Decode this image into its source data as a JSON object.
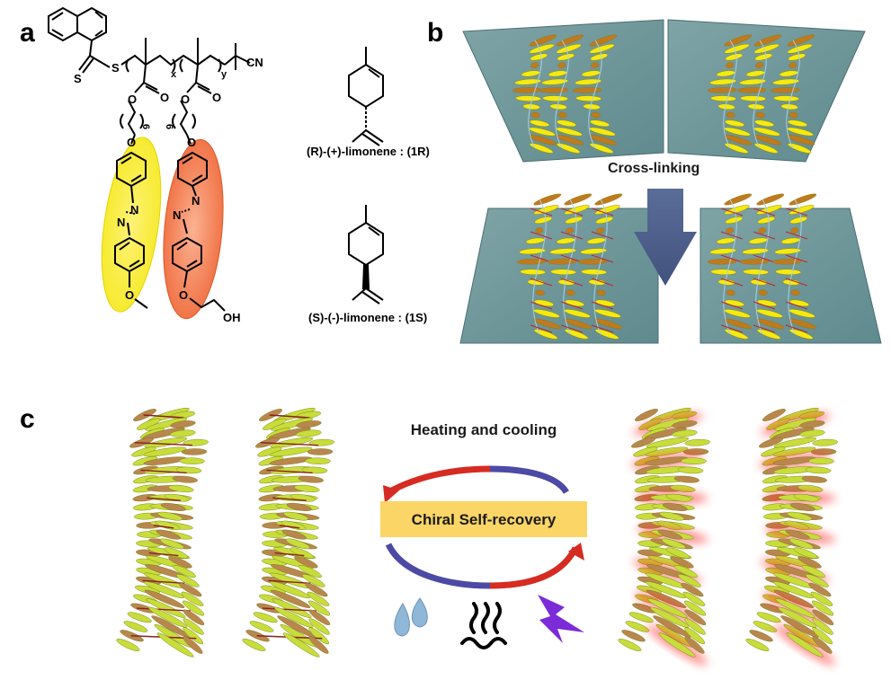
{
  "panels": {
    "a": "a",
    "b": "b",
    "c": "c"
  },
  "panel_a": {
    "molecule_1R_label": "(R)-(+)-limonene : (1R)",
    "molecule_1S_label": "(S)-(-)-limonene : (1S)",
    "atoms": {
      "S": "S",
      "O": "O",
      "N": "N",
      "CN": "CN",
      "OH": "OH"
    },
    "subscripts": {
      "x": "x",
      "y": "y",
      "six": "6"
    },
    "mesogen_colors": {
      "left": "#f6f200",
      "right": "#f0622d"
    }
  },
  "panel_b": {
    "cross_linking_label": "Cross-linking",
    "plate_color": "#6e9699",
    "arrow_color": "#4f638f"
  },
  "panel_c": {
    "heating_label": "Heating and cooling",
    "box_label": "Chiral Self-recovery",
    "box_color": "#fbd566",
    "arrow_red": "#d62b22",
    "arrow_blue": "#4d4aa6",
    "icons": [
      "solvent-drops-icon",
      "heat-waves-icon",
      "light-bolt-icon"
    ]
  }
}
